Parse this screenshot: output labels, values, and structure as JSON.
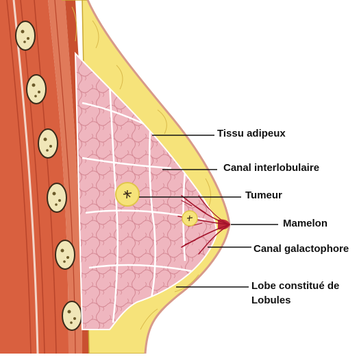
{
  "labels": {
    "tissu": "Tissu adipeux",
    "canal_interlobulaire": "Canal interlobulaire",
    "tumeur": "Tumeur",
    "mamelon": "Mamelon",
    "canal_galactophore": "Canal galactophore",
    "lobe_line1": "Lobe constitué de",
    "lobe_line2": "Lobules"
  },
  "colors": {
    "muscle": "#d9603f",
    "muscle_stripe": "#b8442a",
    "rib": "#f0e6b8",
    "rib_outline": "#3a2a1a",
    "fat": "#f6e37a",
    "fat_outline": "#c9a630",
    "lobe": "#efb6bf",
    "lobe_lines": "#ffffff",
    "ducts": "#a3122a",
    "leader": "#111111"
  }
}
